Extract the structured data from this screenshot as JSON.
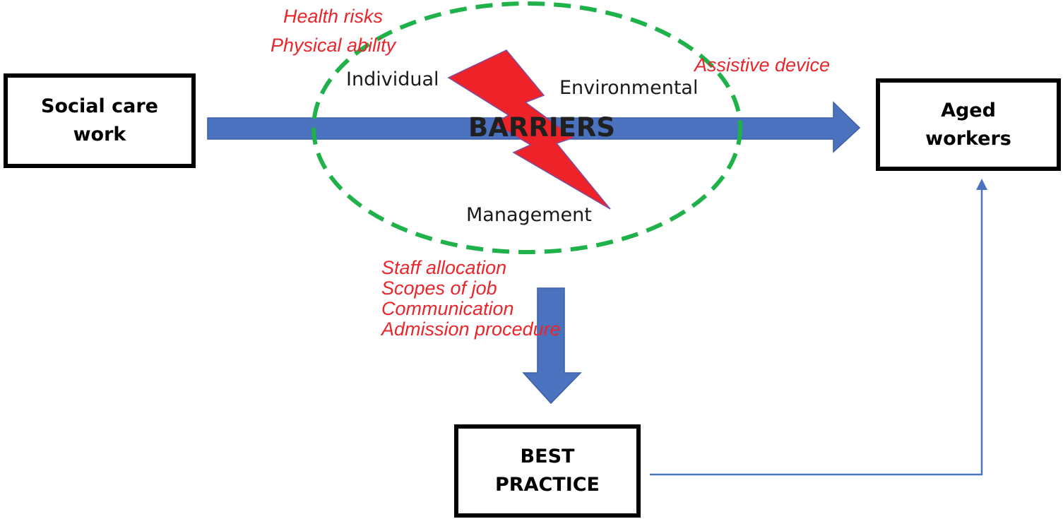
{
  "boxes": {
    "social_care_work": {
      "line1": "Social care",
      "line2": "work"
    },
    "aged_workers": {
      "line1": "Aged",
      "line2": "workers"
    },
    "best_practice": {
      "line1": "BEST",
      "line2": "PRACTICE"
    }
  },
  "barriers": {
    "title": "BARRIERS",
    "individual": "Individual",
    "environmental": "Environmental",
    "management": "Management"
  },
  "individual_factors": [
    "Health risks",
    "Physical ability"
  ],
  "environmental_factors": [
    "Assistive device"
  ],
  "management_factors": [
    "Staff allocation",
    "Scopes of job",
    "Communication",
    "Admission procedure"
  ],
  "colors": {
    "arrow": "#4a72bf",
    "arrow_edge": "#3a5fa5",
    "ellipse": "#1fb24a",
    "lightning": "#ee2329",
    "lightning_edge": "#7a4fa0",
    "factor_text": "#e8262b"
  }
}
